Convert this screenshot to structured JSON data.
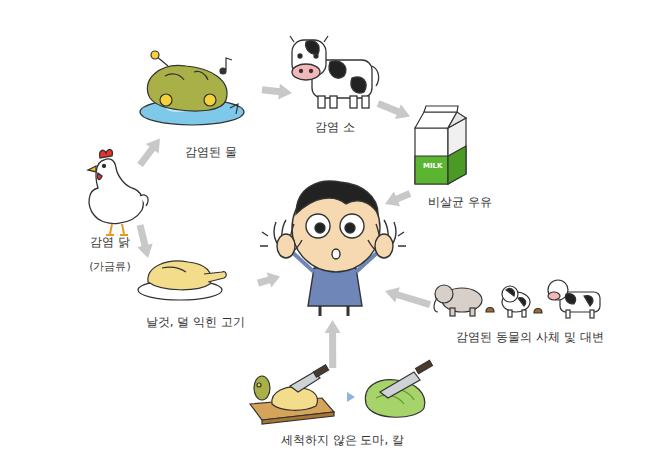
{
  "diagram": {
    "nodes": [
      {
        "text": [
          "감염 닭",
          "(가금류)"
        ]
      },
      {
        "text": [
          "감염된 물"
        ]
      },
      {
        "text": [
          "감염 소"
        ]
      },
      {
        "text": [
          "비살균 우유"
        ]
      },
      {
        "text": []
      },
      {
        "text": [
          "날것, 덜 익힌 고기"
        ]
      },
      {
        "text": [
          "감염된 동물의 사체 및 대변"
        ]
      },
      {
        "text": [
          "세척하지 않은 도마, 칼"
        ]
      }
    ],
    "edges": [
      {
        "from": 0,
        "to": 1,
        "arrow": "to"
      },
      {
        "from": 1,
        "to": 2,
        "arrow": "to"
      },
      {
        "from": 2,
        "to": 3,
        "arrow": "to"
      },
      {
        "from": 3,
        "to": 4,
        "arrow": "to"
      },
      {
        "from": 0,
        "to": 5,
        "arrow": "to"
      },
      {
        "from": 5,
        "to": 4,
        "arrow": "to"
      },
      {
        "from": 6,
        "to": 4,
        "arrow": "to"
      },
      {
        "from": 7,
        "to": 4,
        "arrow": "to"
      }
    ],
    "labels": [
      "MILK"
    ]
  }
}
